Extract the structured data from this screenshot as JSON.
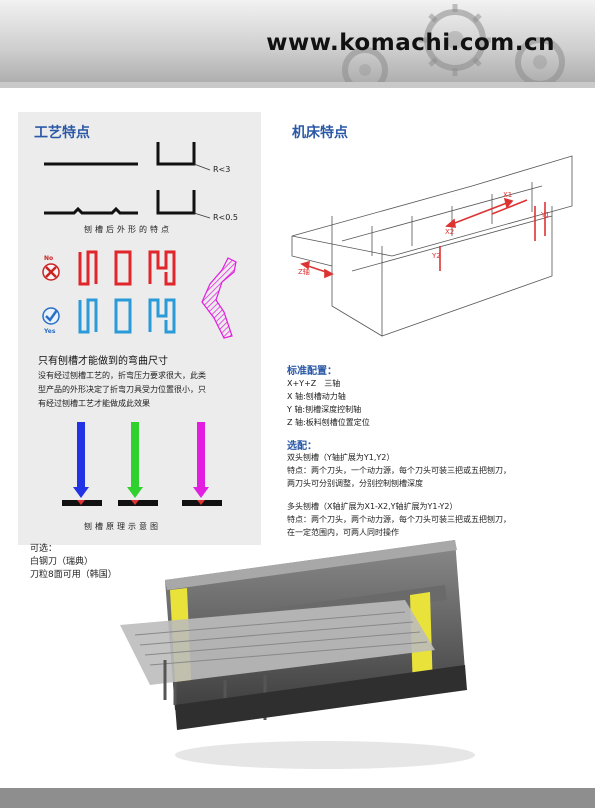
{
  "header": {
    "url": "www.komachi.com.cn"
  },
  "left": {
    "title": "工艺特点",
    "r1": "R<3",
    "r2": "R<0.5",
    "shape_caption": "刨槽后外形的特点",
    "no_label": "No",
    "yes_label": "Yes",
    "heading": "只有刨槽才能做到的弯曲尺寸",
    "para": [
      "没有经过刨槽工艺的，折弯压力要求很大，此类",
      "型产品的外形决定了折弯刀具受力位置很小，只",
      "有经过刨槽工艺才能做成此效果"
    ],
    "principle_caption": "刨槽原理示意图"
  },
  "right": {
    "title": "机床特点",
    "axis_labels": {
      "x1": "X1",
      "x2": "X2",
      "y1": "Y1",
      "y2": "Y2",
      "z": "Z轴"
    },
    "standard_title": "标准配置：",
    "standard": [
      "X+Y+Z　三轴",
      "X 轴:刨槽动力轴",
      "Y 轴:刨槽深度控制轴",
      "Z 轴:板料刨槽位置定位"
    ],
    "options_title": "选配：",
    "options": [
      "双头刨槽（Y轴扩展为Y1,Y2）",
      "特点：两个刀头，一个动力源，每个刀头可装三把或五把刨刀，",
      "两刀头可分别调整，分别控制刨槽深度",
      "多头刨槽（X轴扩展为X1-X2,Y轴扩展为Y1-Y2）",
      "特点：两个刀头，两个动力源，每个刀头可装三把或五把刨刀，",
      "在一定范围内，可两人同时操作"
    ]
  },
  "optional_note": [
    "可选：",
    "白钢刀（瑞典）",
    "刀粒8面可用（韩国）"
  ],
  "colors": {
    "accent": "#2b58a6",
    "red": "#e0262b",
    "blue": "#2a9bd8",
    "green": "#2fd12f",
    "magenta": "#e21fe0",
    "yellow": "#e8e23a"
  }
}
